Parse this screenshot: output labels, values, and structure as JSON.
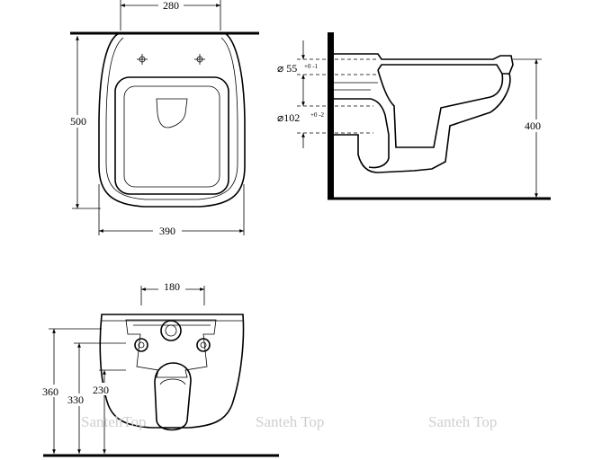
{
  "dimensions": {
    "top_width": "280",
    "depth": "500",
    "width": "390",
    "height_side": "400",
    "inlet_label": "⌀ 55",
    "inlet_tol": "+0 -1",
    "outlet_label": "⌀102",
    "outlet_tol": "+0 -2",
    "rear_spacing": "180",
    "rear_h1": "360",
    "rear_h2": "330",
    "rear_h3": "230"
  },
  "watermarks": [
    "SantehTop",
    "Santeh Top",
    "Santeh Top"
  ],
  "colors": {
    "line": "#000000",
    "watermark": "#cfcfcf"
  }
}
